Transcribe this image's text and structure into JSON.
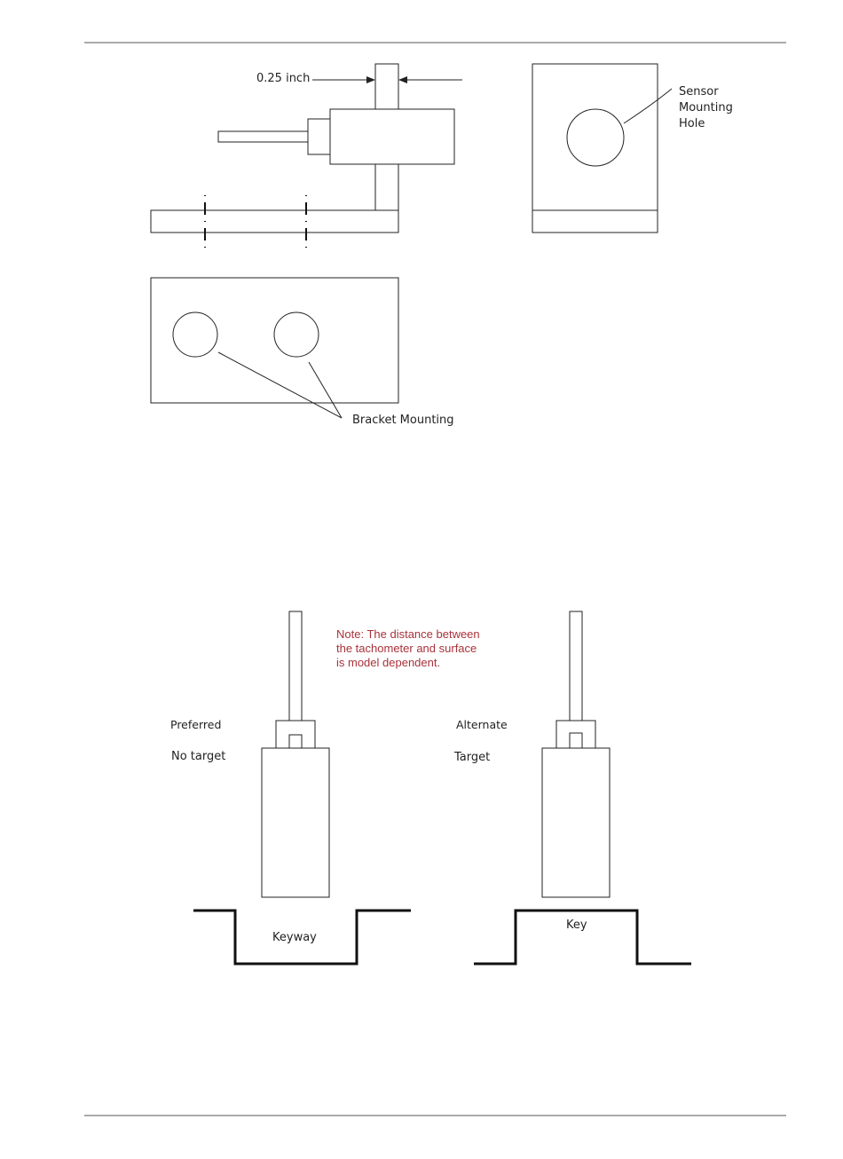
{
  "bracket": {
    "thickness_label": "0.25 inch",
    "sensor_hole_label": [
      "Sensor",
      "Mounting",
      "Hole"
    ],
    "bracket_mounting_label": "Bracket Mounting"
  },
  "installation": {
    "note_lines": [
      "Note: The distance between",
      "the tachometer and surface",
      "is model dependent."
    ],
    "left": {
      "heading": "Preferred",
      "target_label": "No target",
      "surface_label": "Keyway"
    },
    "right": {
      "heading": "Alternate",
      "target_label": "Target",
      "surface_label": "Key"
    }
  },
  "colors": {
    "line": "#222222",
    "note": "#a8323a",
    "rule": "#555555"
  }
}
